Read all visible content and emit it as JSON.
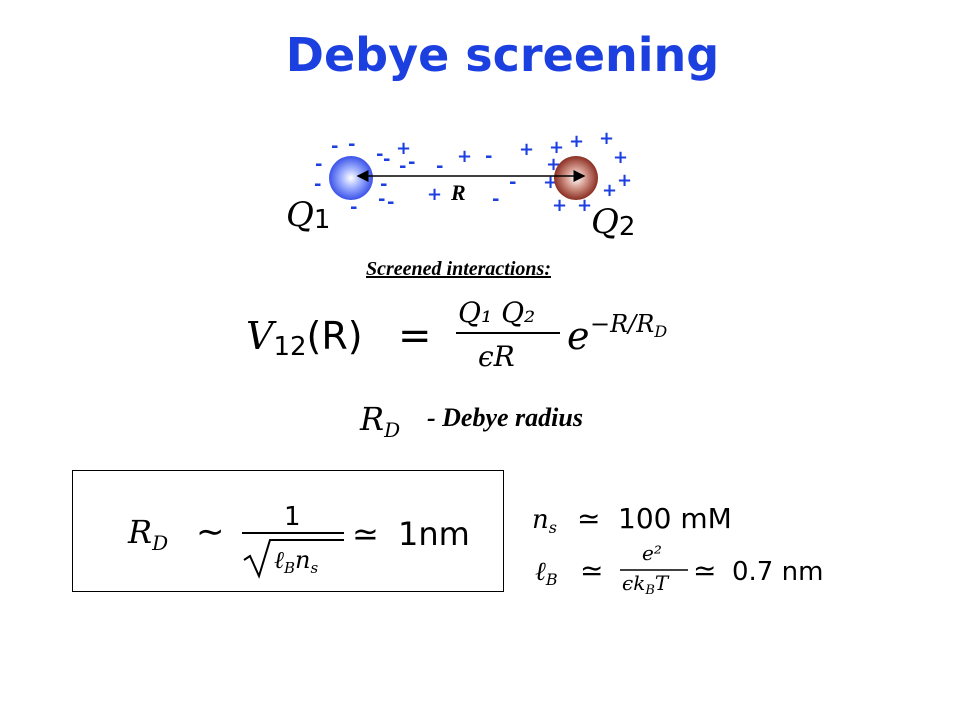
{
  "slide": {
    "title": "Debye screening",
    "subtitle": "Screened interactions:",
    "radius_label": "- Debye radius",
    "title_color": "#1c3fe0",
    "charge_color": "#1c3fe0"
  },
  "diagram": {
    "charge1": {
      "label": "Q",
      "subscript": "1",
      "sign": "-",
      "ball_color": "#5a73f2"
    },
    "charge2": {
      "label": "Q",
      "subscript": "2",
      "sign": "+",
      "ball_color": "#a0463c"
    },
    "separation_label": "R"
  },
  "equations": {
    "potential": {
      "lhs": "V",
      "lhs_sub": "12",
      "arg": "(R)",
      "equals": "=",
      "numerator": "Q₁ Q₂",
      "denominator": "ϵR",
      "base": "e",
      "exponent": "−R/R",
      "exponent_sub": "D"
    },
    "debye_symbol": {
      "main": "R",
      "sub": "D"
    },
    "boxed": {
      "lhs": "R",
      "lhs_sub": "D",
      "sim": "∼",
      "numerator": "1",
      "radicand": "ℓ",
      "radicand_sub_b": "B",
      "radicand_n": "n",
      "radicand_sub_s": "s",
      "approx": "≃",
      "value": "1nm"
    },
    "concentration": {
      "symbol": "n",
      "sub": "s",
      "approx": "≃",
      "value": "100 mM"
    },
    "bjerrum": {
      "symbol": "ℓ",
      "sub": "B",
      "approx": "≃",
      "numerator": "e²",
      "denominator": "ϵk",
      "denominator_sub": "B",
      "denominator_tail": "T",
      "approx2": "≃",
      "value": "0.7 nm"
    }
  }
}
